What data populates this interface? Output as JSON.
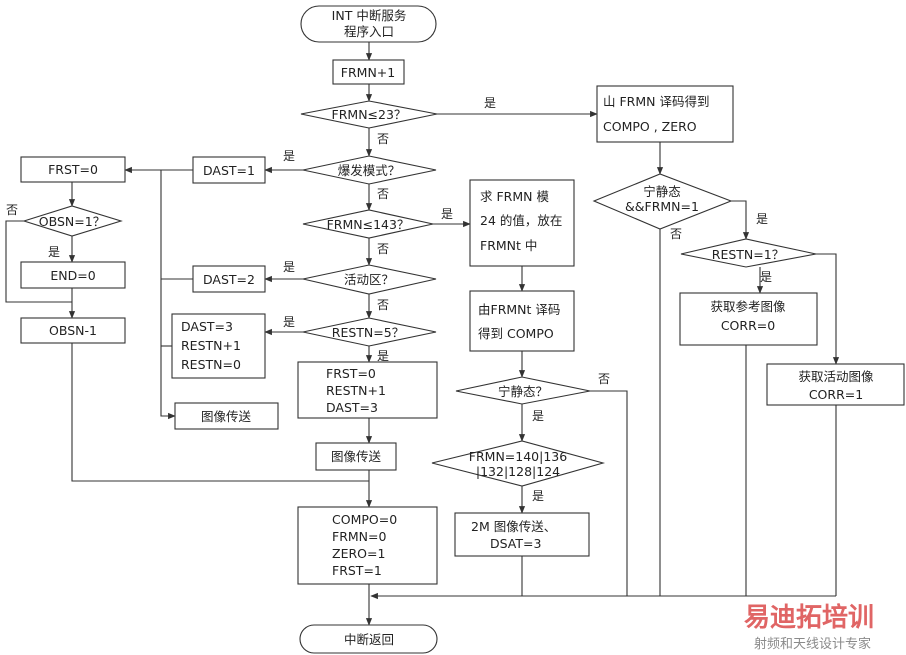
{
  "nodes": {
    "start": [
      "INT 中断服务",
      "程序入口"
    ],
    "inc": [
      "FRMN+1"
    ],
    "d_frmn23": [
      "FRMN≤23？"
    ],
    "decode_zero": [
      "山 FRMN 译码得到",
      "COMPO , ZERO"
    ],
    "d_quiet_frmn1": [
      "宁静态",
      "&&FRMN=1"
    ],
    "d_burst": [
      "爆发模式？"
    ],
    "dast1": [
      "DAST=1"
    ],
    "frst0": [
      "FRST=0"
    ],
    "d_obsn1": [
      "OBSN=1？"
    ],
    "end0": [
      "END=0"
    ],
    "obsn_dec": [
      "OBSN-1"
    ],
    "d_frmn143": [
      "FRMN≤143？"
    ],
    "mod24": [
      "求 FRMN 模",
      "24 的值，放在",
      "FRMNt 中"
    ],
    "d_active": [
      "活动区？"
    ],
    "dast2": [
      "DAST=2"
    ],
    "d_restn5": [
      "RESTN=5？"
    ],
    "restn_block": [
      "DAST=3",
      "RESTN+1",
      "RESTN=0"
    ],
    "img_send_left": [
      "图像传送"
    ],
    "frst_block": [
      "FRST=0",
      "RESTN+1",
      "DAST=3"
    ],
    "img_send_mid": [
      "图像传送"
    ],
    "decode_compo": [
      "由FRMNt 译码",
      "得到 COMPO"
    ],
    "d_quiet": [
      "宁静态？"
    ],
    "d_frmn_list": [
      "FRMN=140|136",
      "|132|128|124"
    ],
    "img2m": [
      "2M 图像传送、",
      "DSAT=3"
    ],
    "d_restn1": [
      "RESTN=1？"
    ],
    "ref_img": [
      "获取参考图像",
      "CORR=0"
    ],
    "act_img": [
      "获取活动图像",
      "CORR=1"
    ],
    "reset_block": [
      "COMPO=0",
      "FRMN=0",
      "ZERO=1",
      "FRST=1"
    ],
    "end_ret": [
      "中断返回"
    ]
  },
  "labels": {
    "yes": "是",
    "no": "否"
  },
  "watermark": {
    "brand": "易迪拓培训",
    "tagline": "射频和天线设计专家"
  }
}
